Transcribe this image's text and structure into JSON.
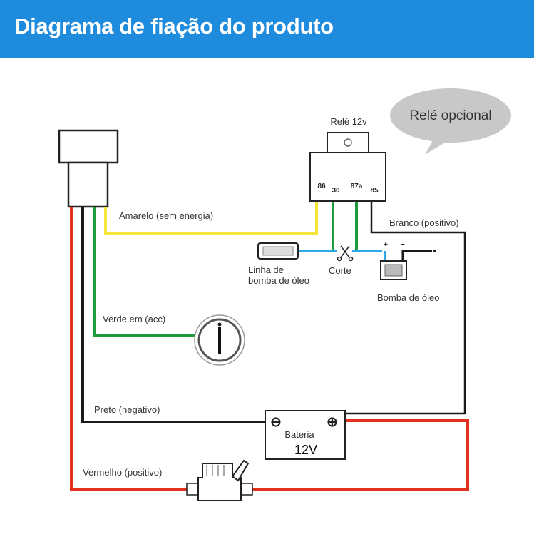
{
  "header": {
    "title": "Diagrama de fiação do produto"
  },
  "bubble": {
    "text": "Relé opcional"
  },
  "relay": {
    "title": "Relé 12v",
    "pins": {
      "p86": "86",
      "p30": "30",
      "p87a": "87a",
      "p85": "85"
    }
  },
  "labels": {
    "yellow": "Amarelo (sem energia)",
    "white": "Branco (positivo)",
    "oil_line_1": "Linha de",
    "oil_line_2": "bomba de óleo",
    "cut": "Corte",
    "pump": "Bomba de óleo",
    "green": "Verde em (acc)",
    "black": "Preto (negativo)",
    "red": "Vermelho (positivo)"
  },
  "battery": {
    "label": "Bateria",
    "voltage": "12V",
    "neg": "⊖",
    "pos": "⊕"
  },
  "pump_terminals": {
    "plus": "+",
    "minus": "−"
  },
  "colors": {
    "header": "#1f8bdc",
    "yellow": "#f3e63a",
    "green": "#1f9a3c",
    "red": "#e0321e",
    "black": "#1a1a1a",
    "blue": "#2aa9e4",
    "bubble": "#c8c8c8"
  }
}
